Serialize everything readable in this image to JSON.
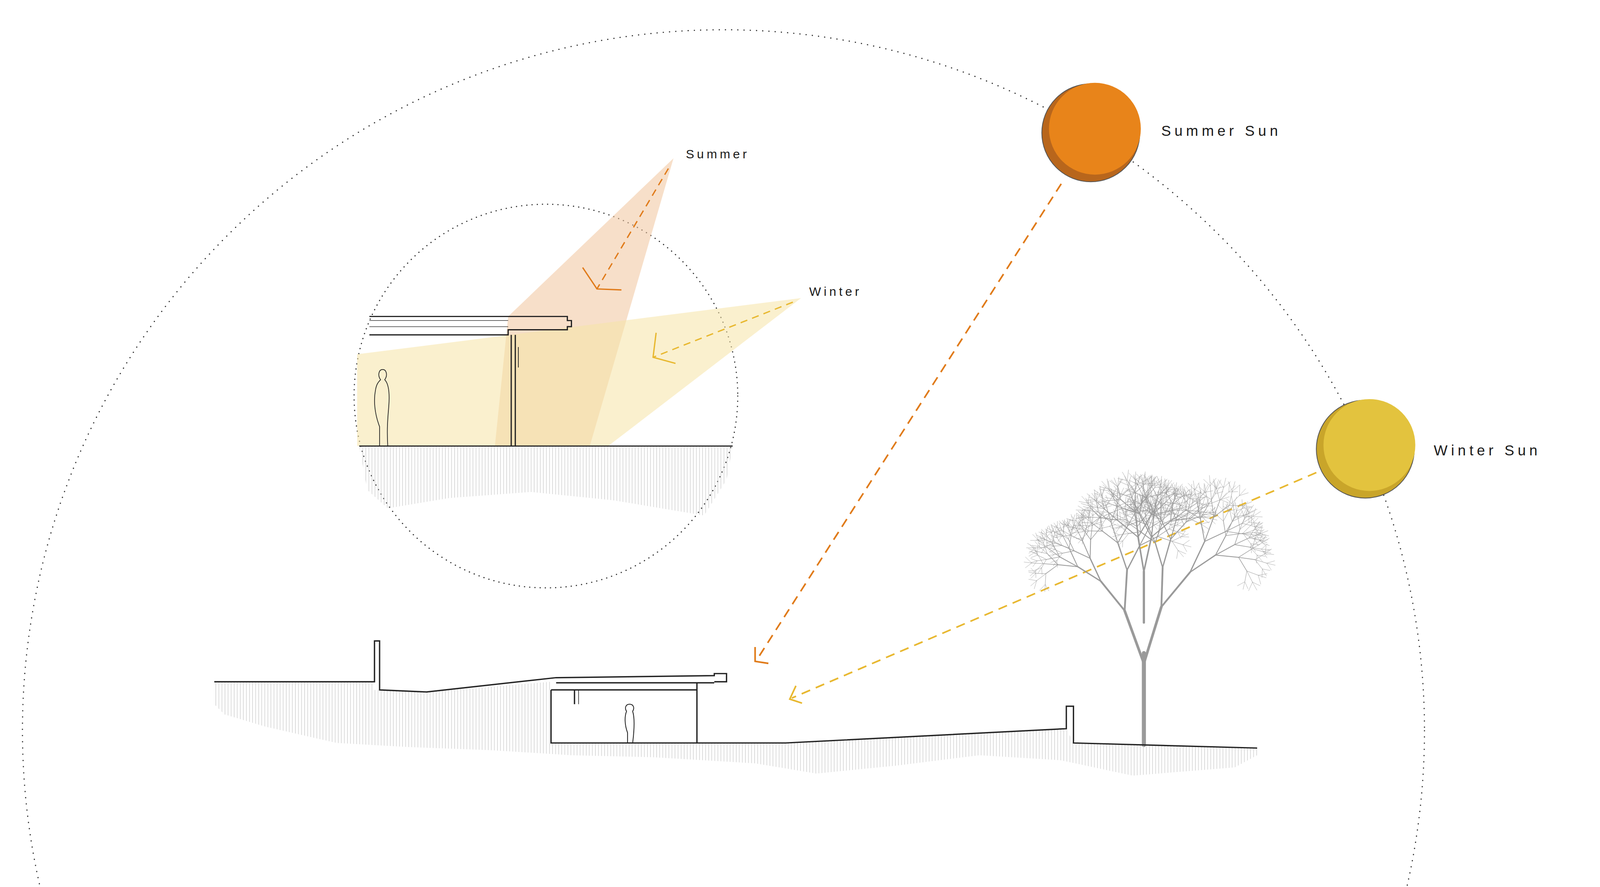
{
  "diagram": {
    "labels": [
      "Summer",
      "Winter",
      "Summer Sun",
      "Winter Sun"
    ]
  }
}
